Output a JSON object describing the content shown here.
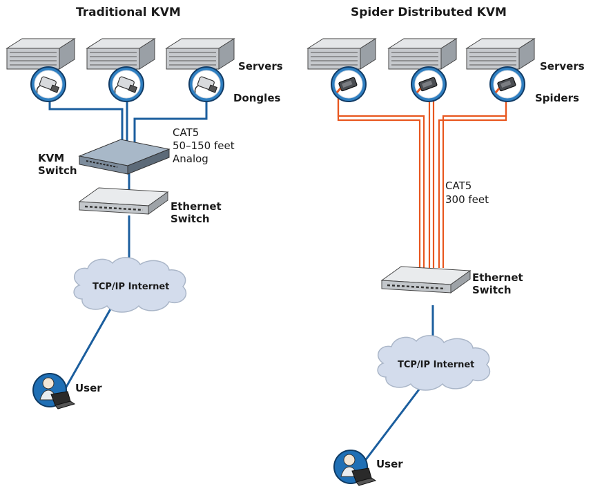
{
  "titles": {
    "left": "Traditional KVM",
    "right": "Spider Distributed KVM"
  },
  "left": {
    "servers_label": "Servers",
    "dongles_label": "Dongles",
    "cable_lines": [
      "CAT5",
      "50–150 feet",
      "Analog"
    ],
    "kvm_switch_lines": [
      "KVM",
      "Switch"
    ],
    "ethernet_switch_lines": [
      "Ethernet",
      "Switch"
    ],
    "cloud_label": "TCP/IP Internet",
    "user_label": "User"
  },
  "right": {
    "servers_label": "Servers",
    "spiders_label": "Spiders",
    "cable_lines": [
      "CAT5",
      "300 feet"
    ],
    "ethernet_switch_lines": [
      "Ethernet",
      "Switch"
    ],
    "cloud_label": "TCP/IP Internet",
    "user_label": "User"
  },
  "colors": {
    "analog_cable": "#1b5e9e",
    "cat5_cable": "#e8561e",
    "badge_fill": "#2f7fc1",
    "server_body": "#c9ccd0",
    "cloud_fill": "#d3dcec"
  },
  "icons": {
    "server": "rack-server-icon",
    "dongle": "kvm-dongle-icon",
    "spider": "spider-module-icon",
    "kvm_switch": "kvm-switch-icon",
    "ethernet_switch": "ethernet-switch-icon",
    "cloud": "cloud-icon",
    "user": "user-laptop-icon"
  }
}
